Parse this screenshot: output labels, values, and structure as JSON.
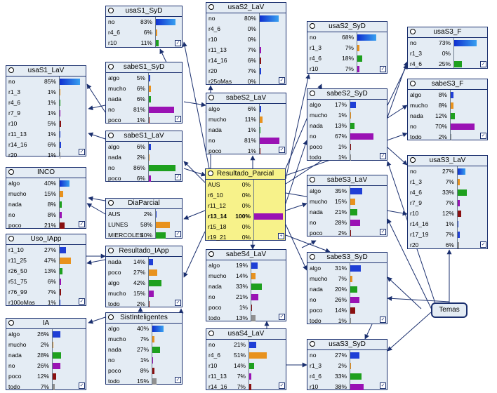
{
  "temas": "Temas",
  "nodes": [
    {
      "id": "usaS1_SyD",
      "title": "usaS1_SyD",
      "states": [
        {
          "label": "no",
          "pct": "83%",
          "value": 83,
          "color": "blue-grad"
        },
        {
          "label": "r4_6",
          "pct": "6%",
          "value": 6,
          "color": "orange"
        },
        {
          "label": "r10",
          "pct": "11%",
          "value": 11,
          "color": "green"
        }
      ]
    },
    {
      "id": "usaS2_LaV",
      "title": "usaS2_LaV",
      "states": [
        {
          "label": "no",
          "pct": "80%",
          "value": 80,
          "color": "blue-grad"
        },
        {
          "label": "r4_6",
          "pct": "0%",
          "value": 0,
          "color": "orange"
        },
        {
          "label": "r10",
          "pct": "0%",
          "value": 0,
          "color": "green"
        },
        {
          "label": "r11_13",
          "pct": "7%",
          "value": 7,
          "color": "purple"
        },
        {
          "label": "r14_16",
          "pct": "6%",
          "value": 6,
          "color": "darkred"
        },
        {
          "label": "r20",
          "pct": "7%",
          "value": 7,
          "color": "blue"
        },
        {
          "label": "r25oMas",
          "pct": "0%",
          "value": 0,
          "color": "gray"
        }
      ]
    },
    {
      "id": "usaS2_SyD",
      "title": "usaS2_SyD",
      "states": [
        {
          "label": "no",
          "pct": "68%",
          "value": 68,
          "color": "blue-grad"
        },
        {
          "label": "r1_3",
          "pct": "7%",
          "value": 7,
          "color": "orange"
        },
        {
          "label": "r4_6",
          "pct": "18%",
          "value": 18,
          "color": "green"
        },
        {
          "label": "r10",
          "pct": "7%",
          "value": 7,
          "color": "purple"
        }
      ]
    },
    {
      "id": "usaS3_F",
      "title": "usaS3_F",
      "states": [
        {
          "label": "no",
          "pct": "73%",
          "value": 73,
          "color": "blue-grad"
        },
        {
          "label": "r1_3",
          "pct": "0%",
          "value": 0,
          "color": "orange"
        },
        {
          "label": "r4_6",
          "pct": "25%",
          "value": 25,
          "color": "green"
        }
      ]
    },
    {
      "id": "usaS1_LaV",
      "title": "usaS1_LaV",
      "states": [
        {
          "label": "no",
          "pct": "85%",
          "value": 85,
          "color": "blue-grad"
        },
        {
          "label": "r1_3",
          "pct": "1%",
          "value": 1,
          "color": "orange"
        },
        {
          "label": "r4_6",
          "pct": "1%",
          "value": 1,
          "color": "green"
        },
        {
          "label": "r7_9",
          "pct": "1%",
          "value": 1,
          "color": "purple"
        },
        {
          "label": "r10",
          "pct": "5%",
          "value": 5,
          "color": "darkred"
        },
        {
          "label": "r11_13",
          "pct": "1%",
          "value": 1,
          "color": "blue"
        },
        {
          "label": "r14_16",
          "pct": "6%",
          "value": 6,
          "color": "blue"
        },
        {
          "label": "r20",
          "pct": "1%",
          "value": 1,
          "color": "gray"
        }
      ]
    },
    {
      "id": "sabeS1_SyD",
      "title": "sabeS1_SyD",
      "states": [
        {
          "label": "algo",
          "pct": "5%",
          "value": 5,
          "color": "blue"
        },
        {
          "label": "mucho",
          "pct": "6%",
          "value": 6,
          "color": "orange"
        },
        {
          "label": "nada",
          "pct": "6%",
          "value": 6,
          "color": "green"
        },
        {
          "label": "no",
          "pct": "81%",
          "value": 81,
          "color": "purple"
        },
        {
          "label": "poco",
          "pct": "1%",
          "value": 1,
          "color": "darkred"
        }
      ]
    },
    {
      "id": "sabeS2_LaV",
      "title": "sabeS2_LaV",
      "states": [
        {
          "label": "algo",
          "pct": "6%",
          "value": 6,
          "color": "blue"
        },
        {
          "label": "mucho",
          "pct": "11%",
          "value": 11,
          "color": "orange"
        },
        {
          "label": "nada",
          "pct": "1%",
          "value": 1,
          "color": "green"
        },
        {
          "label": "no",
          "pct": "81%",
          "value": 81,
          "color": "purple"
        },
        {
          "label": "poco",
          "pct": "1%",
          "value": 1,
          "color": "darkred"
        }
      ]
    },
    {
      "id": "sabeS2_SyD",
      "title": "sabeS2_SyD",
      "states": [
        {
          "label": "algo",
          "pct": "17%",
          "value": 17,
          "color": "blue"
        },
        {
          "label": "mucho",
          "pct": "1%",
          "value": 1,
          "color": "orange"
        },
        {
          "label": "nada",
          "pct": "13%",
          "value": 13,
          "color": "green"
        },
        {
          "label": "no",
          "pct": "67%",
          "value": 67,
          "color": "purple"
        },
        {
          "label": "poco",
          "pct": "1%",
          "value": 1,
          "color": "darkred"
        },
        {
          "label": "todo",
          "pct": "1%",
          "value": 1,
          "color": "gray"
        }
      ]
    },
    {
      "id": "sabeS3_F",
      "title": "sabeS3_F",
      "states": [
        {
          "label": "algo",
          "pct": "8%",
          "value": 8,
          "color": "blue"
        },
        {
          "label": "mucho",
          "pct": "8%",
          "value": 8,
          "color": "orange"
        },
        {
          "label": "nada",
          "pct": "12%",
          "value": 12,
          "color": "green"
        },
        {
          "label": "no",
          "pct": "70%",
          "value": 70,
          "color": "purple"
        },
        {
          "label": "todo",
          "pct": "2%",
          "value": 2,
          "color": "gray"
        }
      ]
    },
    {
      "id": "sabeS1_LaV",
      "title": "sabeS1_LaV",
      "states": [
        {
          "label": "algo",
          "pct": "6%",
          "value": 6,
          "color": "blue"
        },
        {
          "label": "nada",
          "pct": "2%",
          "value": 2,
          "color": "orange"
        },
        {
          "label": "no",
          "pct": "86%",
          "value": 86,
          "color": "green"
        },
        {
          "label": "poco",
          "pct": "6%",
          "value": 6,
          "color": "purple"
        }
      ]
    },
    {
      "id": "INCO",
      "title": "INCO",
      "states": [
        {
          "label": "algo",
          "pct": "40%",
          "value": 40,
          "color": "blue-grad"
        },
        {
          "label": "mucho",
          "pct": "15%",
          "value": 15,
          "color": "orange"
        },
        {
          "label": "nada",
          "pct": "8%",
          "value": 8,
          "color": "green"
        },
        {
          "label": "no",
          "pct": "8%",
          "value": 8,
          "color": "purple"
        },
        {
          "label": "poco",
          "pct": "21%",
          "value": 21,
          "color": "darkred"
        }
      ]
    },
    {
      "id": "Resultado_Parcial",
      "title": "Resultado_Parcial",
      "highlight": true,
      "states": [
        {
          "label": "AUS",
          "pct": "0%",
          "value": 0,
          "color": "purple"
        },
        {
          "label": "r6_10",
          "pct": "0%",
          "value": 0,
          "color": "purple"
        },
        {
          "label": "r11_12",
          "pct": "0%",
          "value": 0,
          "color": "purple"
        },
        {
          "label": "r13_14",
          "pct": "100%",
          "value": 100,
          "color": "purple",
          "bold": true
        },
        {
          "label": "r15_18",
          "pct": "0%",
          "value": 0,
          "color": "purple"
        },
        {
          "label": "r19_21",
          "pct": "0%",
          "value": 0,
          "color": "purple"
        }
      ]
    },
    {
      "id": "usaS3_LaV",
      "title": "usaS3_LaV",
      "states": [
        {
          "label": "no",
          "pct": "27%",
          "value": 27,
          "color": "blue-grad"
        },
        {
          "label": "r1_3",
          "pct": "7%",
          "value": 7,
          "color": "orange"
        },
        {
          "label": "r4_6",
          "pct": "33%",
          "value": 33,
          "color": "green"
        },
        {
          "label": "r7_9",
          "pct": "7%",
          "value": 7,
          "color": "purple"
        },
        {
          "label": "r10",
          "pct": "12%",
          "value": 12,
          "color": "darkred"
        },
        {
          "label": "r14_16",
          "pct": "1%",
          "value": 1,
          "color": "blue"
        },
        {
          "label": "r17_19",
          "pct": "7%",
          "value": 7,
          "color": "blue"
        },
        {
          "label": "r20",
          "pct": "6%",
          "value": 6,
          "color": "gray"
        }
      ]
    },
    {
      "id": "sabeS3_LaV",
      "title": "sabeS3_LaV",
      "states": [
        {
          "label": "algo",
          "pct": "35%",
          "value": 35,
          "color": "blue"
        },
        {
          "label": "mucho",
          "pct": "15%",
          "value": 15,
          "color": "orange"
        },
        {
          "label": "nada",
          "pct": "21%",
          "value": 21,
          "color": "green"
        },
        {
          "label": "no",
          "pct": "28%",
          "value": 28,
          "color": "purple"
        },
        {
          "label": "poco",
          "pct": "2%",
          "value": 2,
          "color": "darkred"
        }
      ]
    },
    {
      "id": "DiaParcial",
      "title": "DiaParcial",
      "states": [
        {
          "label": "AUS",
          "pct": "2%",
          "value": 2,
          "color": "blue"
        },
        {
          "label": "LUNES",
          "pct": "58%",
          "value": 58,
          "color": "orange"
        },
        {
          "label": "MIERCOLES",
          "pct": "40%",
          "value": 40,
          "color": "green"
        }
      ]
    },
    {
      "id": "Uso_IApp",
      "title": "Uso_IApp",
      "states": [
        {
          "label": "r1_10",
          "pct": "27%",
          "value": 27,
          "color": "blue"
        },
        {
          "label": "r11_25",
          "pct": "47%",
          "value": 47,
          "color": "orange"
        },
        {
          "label": "r26_50",
          "pct": "13%",
          "value": 13,
          "color": "green"
        },
        {
          "label": "r51_75",
          "pct": "6%",
          "value": 6,
          "color": "purple"
        },
        {
          "label": "r76_99",
          "pct": "7%",
          "value": 7,
          "color": "darkred"
        },
        {
          "label": "r100oMas",
          "pct": "1%",
          "value": 1,
          "color": "blue"
        }
      ]
    },
    {
      "id": "Resultado_IApp",
      "title": "Resultado_IApp",
      "states": [
        {
          "label": "nada",
          "pct": "14%",
          "value": 14,
          "color": "blue"
        },
        {
          "label": "poco",
          "pct": "27%",
          "value": 27,
          "color": "orange"
        },
        {
          "label": "algo",
          "pct": "42%",
          "value": 42,
          "color": "green"
        },
        {
          "label": "mucho",
          "pct": "15%",
          "value": 15,
          "color": "purple"
        },
        {
          "label": "todo",
          "pct": "2%",
          "value": 2,
          "color": "darkred"
        }
      ]
    },
    {
      "id": "sabeS4_LaV",
      "title": "sabeS4_LaV",
      "states": [
        {
          "label": "algo",
          "pct": "19%",
          "value": 19,
          "color": "blue"
        },
        {
          "label": "mucho",
          "pct": "14%",
          "value": 14,
          "color": "orange"
        },
        {
          "label": "nada",
          "pct": "33%",
          "value": 33,
          "color": "green"
        },
        {
          "label": "no",
          "pct": "21%",
          "value": 21,
          "color": "purple"
        },
        {
          "label": "poco",
          "pct": "1%",
          "value": 1,
          "color": "darkred"
        },
        {
          "label": "todo",
          "pct": "13%",
          "value": 13,
          "color": "gray"
        }
      ]
    },
    {
      "id": "sabeS3_SyD",
      "title": "sabeS3_SyD",
      "states": [
        {
          "label": "algo",
          "pct": "31%",
          "value": 31,
          "color": "blue"
        },
        {
          "label": "mucho",
          "pct": "7%",
          "value": 7,
          "color": "orange"
        },
        {
          "label": "nada",
          "pct": "20%",
          "value": 20,
          "color": "green"
        },
        {
          "label": "no",
          "pct": "26%",
          "value": 26,
          "color": "purple"
        },
        {
          "label": "poco",
          "pct": "14%",
          "value": 14,
          "color": "darkred"
        },
        {
          "label": "todo",
          "pct": "1%",
          "value": 1,
          "color": "gray"
        }
      ]
    },
    {
      "id": "IA",
      "title": "IA",
      "states": [
        {
          "label": "algo",
          "pct": "26%",
          "value": 26,
          "color": "blue"
        },
        {
          "label": "mucho",
          "pct": "2%",
          "value": 2,
          "color": "orange"
        },
        {
          "label": "nada",
          "pct": "28%",
          "value": 28,
          "color": "green"
        },
        {
          "label": "no",
          "pct": "26%",
          "value": 26,
          "color": "purple"
        },
        {
          "label": "poco",
          "pct": "12%",
          "value": 12,
          "color": "darkred"
        },
        {
          "label": "todo",
          "pct": "7%",
          "value": 7,
          "color": "gray"
        }
      ]
    },
    {
      "id": "SistInteligentes",
      "title": "SistInteligentes",
      "states": [
        {
          "label": "algo",
          "pct": "40%",
          "value": 40,
          "color": "blue-grad"
        },
        {
          "label": "mucho",
          "pct": "7%",
          "value": 7,
          "color": "orange"
        },
        {
          "label": "nada",
          "pct": "27%",
          "value": 27,
          "color": "green"
        },
        {
          "label": "no",
          "pct": "1%",
          "value": 1,
          "color": "purple"
        },
        {
          "label": "poco",
          "pct": "8%",
          "value": 8,
          "color": "darkred"
        },
        {
          "label": "todo",
          "pct": "15%",
          "value": 15,
          "color": "gray"
        }
      ]
    },
    {
      "id": "usaS4_LaV",
      "title": "usaS4_LaV",
      "states": [
        {
          "label": "no",
          "pct": "21%",
          "value": 21,
          "color": "blue"
        },
        {
          "label": "r4_6",
          "pct": "51%",
          "value": 51,
          "color": "orange"
        },
        {
          "label": "r10",
          "pct": "14%",
          "value": 14,
          "color": "green"
        },
        {
          "label": "r11_13",
          "pct": "7%",
          "value": 7,
          "color": "purple"
        },
        {
          "label": "r14_16",
          "pct": "7%",
          "value": 7,
          "color": "darkred"
        }
      ]
    },
    {
      "id": "usaS3_SyD",
      "title": "usaS3_SyD",
      "states": [
        {
          "label": "no",
          "pct": "27%",
          "value": 27,
          "color": "blue"
        },
        {
          "label": "r1_3",
          "pct": "2%",
          "value": 2,
          "color": "orange"
        },
        {
          "label": "r4_6",
          "pct": "33%",
          "value": 33,
          "color": "green"
        },
        {
          "label": "r10",
          "pct": "38%",
          "value": 38,
          "color": "purple"
        }
      ]
    }
  ],
  "colors": {
    "blue": "#1f3fd6",
    "orange": "#e8921e",
    "green": "#1ea01e",
    "purple": "#9a12b4",
    "darkred": "#8a1010",
    "gray": "#909090",
    "edge": "#1a2f6e"
  }
}
